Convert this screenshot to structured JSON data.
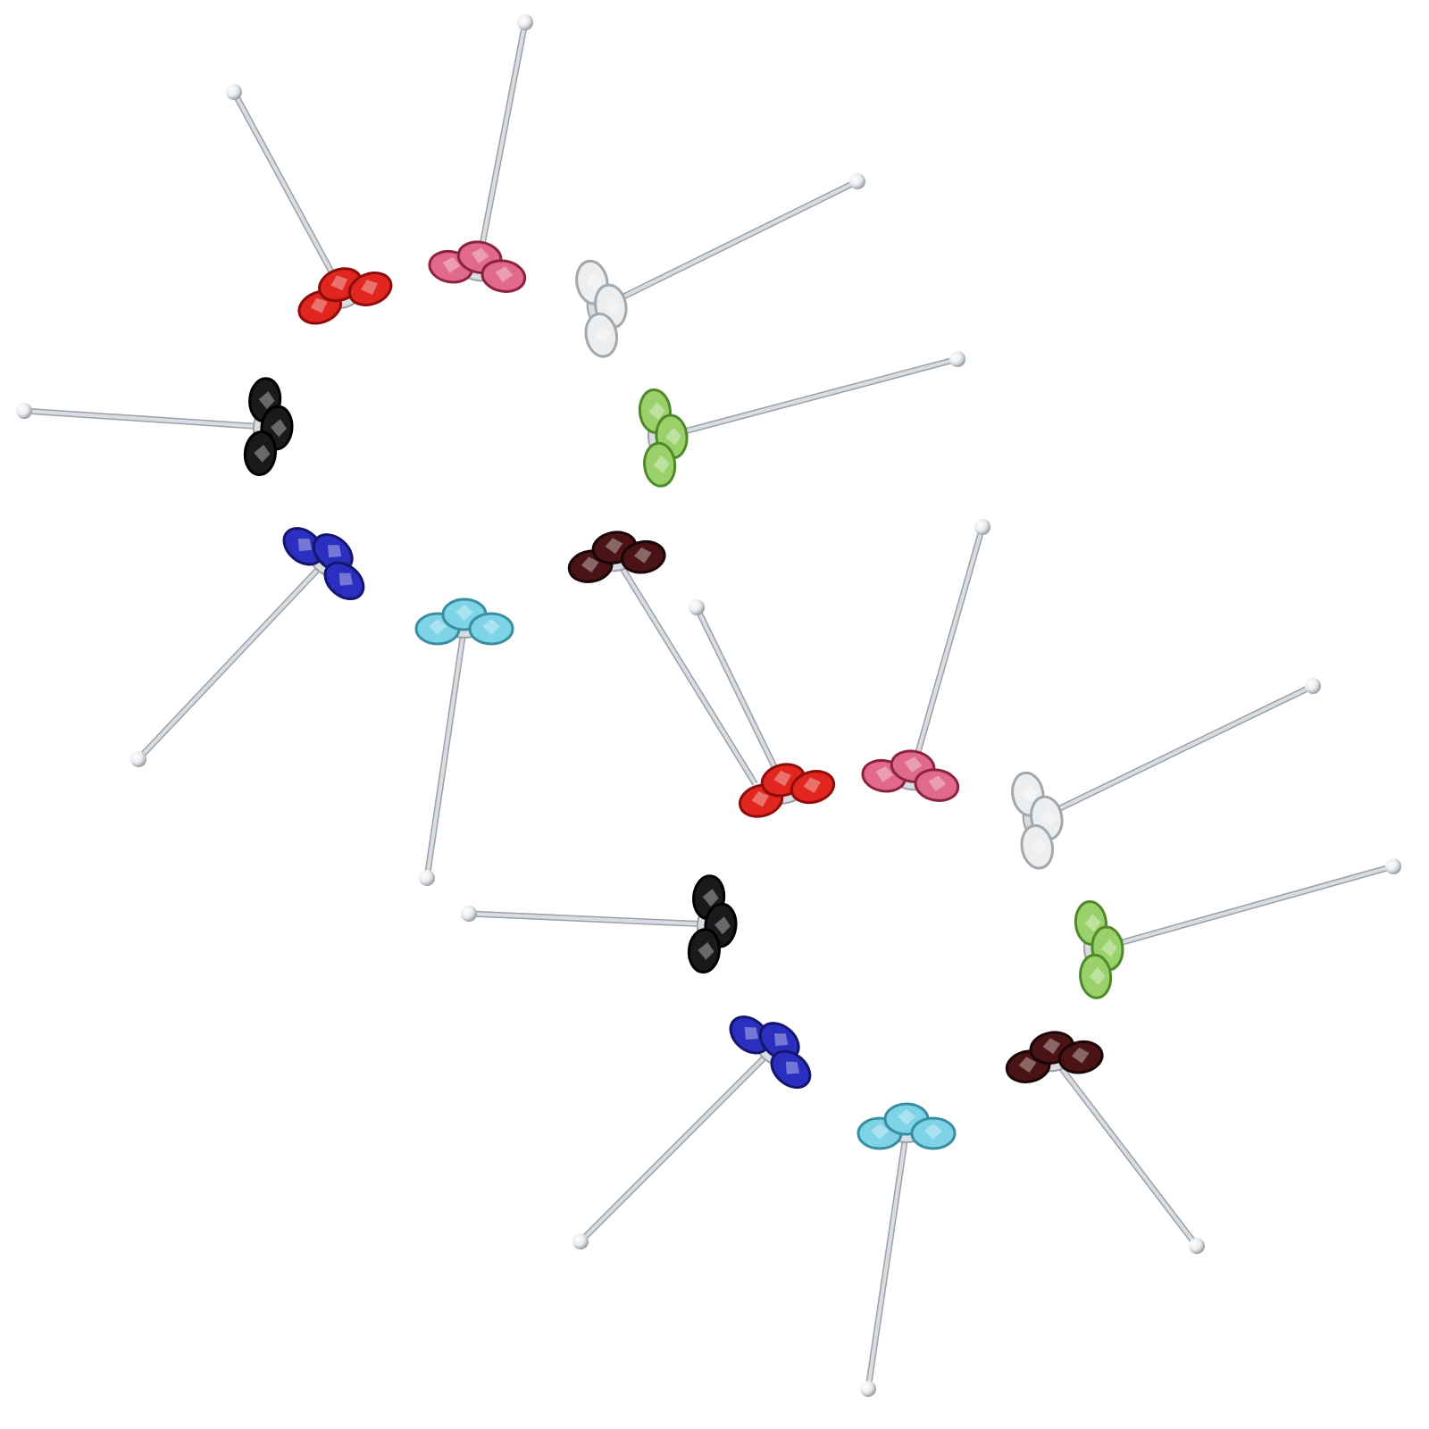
{
  "background": "#ffffff",
  "metal": {
    "pin": "#d9dde2",
    "pin_shadow": "#9aa1a8",
    "ball": "#e8ebee",
    "ball_shadow": "#8f969d"
  },
  "studs": [
    {
      "color": "red",
      "hex": "#e0261f",
      "shade": "#8e0c0a",
      "group": 1
    },
    {
      "color": "pink",
      "hex": "#e0698c",
      "shade": "#8c2340",
      "group": 1
    },
    {
      "color": "clear",
      "hex": "#eceef0",
      "shade": "#a3a8ad",
      "group": 1
    },
    {
      "color": "black",
      "hex": "#1a1a1d",
      "shade": "#000000",
      "group": 1
    },
    {
      "color": "green",
      "hex": "#9ad16b",
      "shade": "#4e8a2a",
      "group": 1
    },
    {
      "color": "blue",
      "hex": "#2a2fbf",
      "shade": "#14166e",
      "group": 1
    },
    {
      "color": "aquamarine",
      "hex": "#7fd3e6",
      "shade": "#3a8ea2",
      "group": 1
    },
    {
      "color": "garnet",
      "hex": "#4a1416",
      "shade": "#1b0506",
      "group": 1
    },
    {
      "color": "red",
      "hex": "#e0261f",
      "shade": "#8e0c0a",
      "group": 2
    },
    {
      "color": "pink",
      "hex": "#e0698c",
      "shade": "#8c2340",
      "group": 2
    },
    {
      "color": "clear",
      "hex": "#eceef0",
      "shade": "#a3a8ad",
      "group": 2
    },
    {
      "color": "black",
      "hex": "#1a1a1d",
      "shade": "#000000",
      "group": 2
    },
    {
      "color": "green",
      "hex": "#9ad16b",
      "shade": "#4e8a2a",
      "group": 2
    },
    {
      "color": "blue",
      "hex": "#2a2fbf",
      "shade": "#14166e",
      "group": 2
    },
    {
      "color": "aquamarine",
      "hex": "#7fd3e6",
      "shade": "#3a8ea2",
      "group": 2
    },
    {
      "color": "garnet",
      "hex": "#4a1416",
      "shade": "#1b0506",
      "group": 2
    }
  ]
}
